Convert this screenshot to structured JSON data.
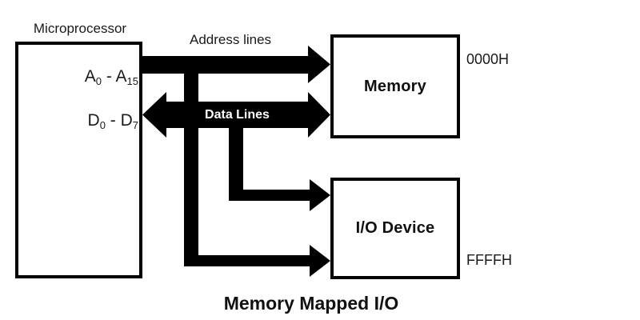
{
  "colors": {
    "background": "#ffffff",
    "ink": "#000000",
    "label_on_arrow": "#ffffff"
  },
  "diagram": {
    "caption": "Memory Mapped I/O",
    "microprocessor": {
      "title": "Microprocessor",
      "pins": [
        {
          "t1": "A",
          "s1": "0",
          "t2": " - A",
          "s2": "15"
        },
        {
          "t1": "D",
          "s1": "0",
          "t2": " - D",
          "s2": "7"
        }
      ]
    },
    "buses": {
      "address": {
        "label": "Address lines"
      },
      "data": {
        "label": "Data Lines"
      }
    },
    "memory": {
      "label": "Memory",
      "start_address": "0000H"
    },
    "io_device": {
      "label": "I/O Device",
      "end_address": "FFFFH"
    }
  }
}
